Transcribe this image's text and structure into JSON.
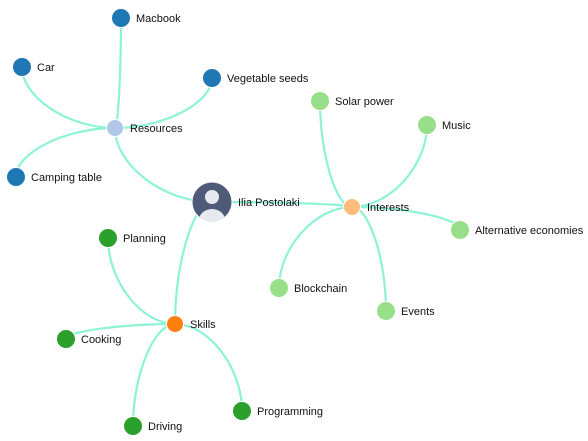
{
  "colors": {
    "link": "#8cf3d7",
    "resources_hub": "#aec7e8",
    "resources_leaf": "#1f77b4",
    "interests_hub": "#ffbb78",
    "interests_leaf": "#98df8a",
    "skills_hub": "#ff7f0e",
    "skills_leaf": "#2ca02c",
    "avatar_bg": "#4e5a78",
    "avatar_fg": "#e6eaf0"
  },
  "center": {
    "label": "Ilia Postolaki",
    "icon": "user-avatar-icon"
  },
  "hubs": [
    {
      "id": "resources",
      "label": "Resources"
    },
    {
      "id": "interests",
      "label": "Interests"
    },
    {
      "id": "skills",
      "label": "Skills"
    }
  ],
  "leaves": [
    {
      "id": "macbook",
      "hub": "resources",
      "label": "Macbook"
    },
    {
      "id": "car",
      "hub": "resources",
      "label": "Car"
    },
    {
      "id": "vegetable-seeds",
      "hub": "resources",
      "label": "Vegetable seeds"
    },
    {
      "id": "camping-table",
      "hub": "resources",
      "label": "Camping table"
    },
    {
      "id": "solar-power",
      "hub": "interests",
      "label": "Solar power"
    },
    {
      "id": "music",
      "hub": "interests",
      "label": "Music"
    },
    {
      "id": "alternative-economies",
      "hub": "interests",
      "label": "Alternative economies"
    },
    {
      "id": "blockchain",
      "hub": "interests",
      "label": "Blockchain"
    },
    {
      "id": "events",
      "hub": "interests",
      "label": "Events"
    },
    {
      "id": "planning",
      "hub": "skills",
      "label": "Planning"
    },
    {
      "id": "cooking",
      "hub": "skills",
      "label": "Cooking"
    },
    {
      "id": "driving",
      "hub": "skills",
      "label": "Driving"
    },
    {
      "id": "programming",
      "hub": "skills",
      "label": "Programming"
    }
  ]
}
